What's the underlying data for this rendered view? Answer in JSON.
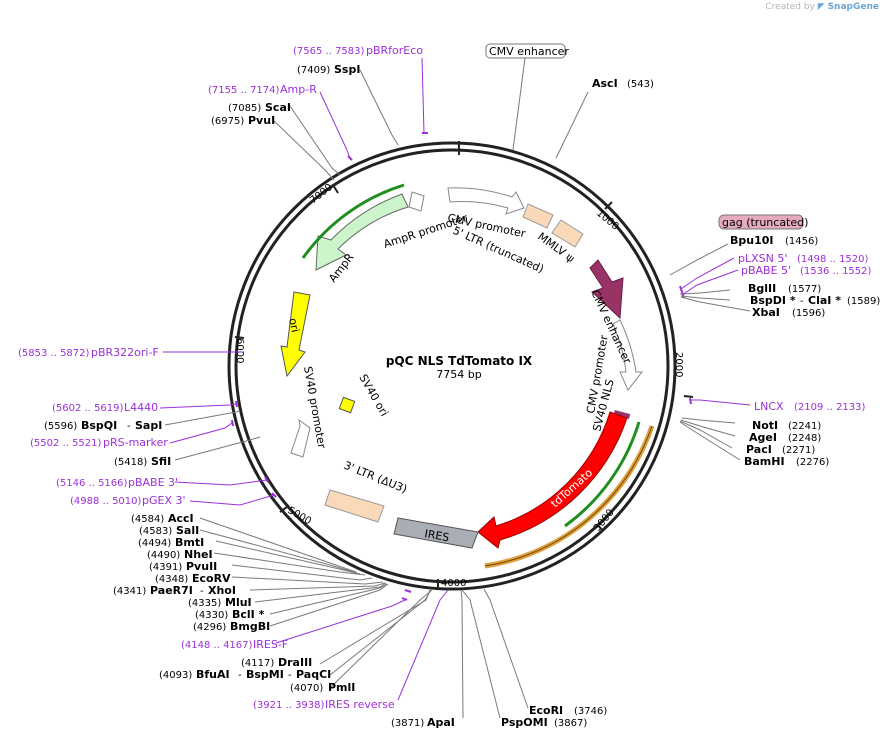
{
  "credit": {
    "prefix": "Created by",
    "brand": "SnapGene"
  },
  "plasmid": {
    "name": "pQC NLS TdTomato IX",
    "length": "7754 bp"
  },
  "colors": {
    "primer": "#9b30d9",
    "ampr": "#ccf5cc",
    "ori": "#ffff00",
    "ltr": "#f9d9b8",
    "ires": "#a9aeb5",
    "tdtomato": "#ff0000",
    "psi": "#993366",
    "gag": "#e6aabf"
  },
  "features": {
    "cmv_enh_top": "CMV enhancer",
    "gag": "gag (truncated)",
    "cmv_promoter": "CMV promoter",
    "ltr5": "5' LTR (truncated)",
    "mmlv_psi": "MMLV ψ",
    "ampr_promoter": "AmpR promoter",
    "ampr": "AmpR",
    "ori": "ori",
    "sv40_ori": "SV40 ori",
    "sv40_promoter": "SV40 promoter",
    "cmv_enh_inner": "CMV enhancer",
    "cmv_promoter_inner": "CMV promoter",
    "sv40_nls": "SV40 NLS",
    "tdtomato": "tdTomato",
    "ires": "IRES",
    "ltr3": "3' LTR (ΔU3)"
  },
  "ticks": [
    "1000",
    "2000",
    "3000",
    "4000",
    "5000",
    "6000",
    "7000"
  ],
  "enzymes": {
    "asci": {
      "name": "AscI",
      "pos": "(543)"
    },
    "bpu10i": {
      "name": "Bpu10I",
      "pos": "(1456)"
    },
    "bglii": {
      "name": "BglII",
      "pos": "(1577)"
    },
    "bspdi": {
      "name": "BspDI *",
      "name2": "ClaI *",
      "pos": "(1589)"
    },
    "xbai": {
      "name": "XbaI",
      "pos": "(1596)"
    },
    "noti": {
      "name": "NotI",
      "pos": "(2241)"
    },
    "agei": {
      "name": "AgeI",
      "pos": "(2248)"
    },
    "paci": {
      "name": "PacI",
      "pos": "(2271)"
    },
    "bamhi": {
      "name": "BamHI",
      "pos": "(2276)"
    },
    "ecori": {
      "name": "EcoRI",
      "pos": "(3746)"
    },
    "pspomi": {
      "name": "PspOMI",
      "pos": "(3867)"
    },
    "apai": {
      "name": "ApaI",
      "pos": "(3871)"
    },
    "pmli": {
      "name": "PmlI",
      "pos": "(4070)"
    },
    "bfuai": {
      "name": "BfuAI",
      "pos": "(4093)",
      "name2": "BspMI",
      "name3": "PaqCI"
    },
    "draiii": {
      "name": "DraIII",
      "pos": "(4117)"
    },
    "bmgbi": {
      "name": "BmgBI",
      "pos": "(4296)"
    },
    "bcli": {
      "name": "BclI *",
      "pos": "(4330)"
    },
    "mlui": {
      "name": "MluI",
      "pos": "(4335)"
    },
    "paer7i": {
      "name": "PaeR7I",
      "pos": "(4341)",
      "name2": "XhoI"
    },
    "ecorv": {
      "name": "EcoRV",
      "pos": "(4348)"
    },
    "pvuii": {
      "name": "PvuII",
      "pos": "(4391)"
    },
    "nhei": {
      "name": "NheI",
      "pos": "(4490)"
    },
    "bmti": {
      "name": "BmtI",
      "pos": "(4494)"
    },
    "sali": {
      "name": "SalI",
      "pos": "(4583)"
    },
    "acci": {
      "name": "AccI",
      "pos": "(4584)"
    },
    "sfii": {
      "name": "SfiI",
      "pos": "(5418)"
    },
    "bspqi": {
      "name": "BspQI",
      "pos": "(5596)",
      "name2": "SapI"
    },
    "pvui": {
      "name": "PvuI",
      "pos": "(6975)"
    },
    "scai": {
      "name": "ScaI",
      "pos": "(7085)"
    },
    "sspi": {
      "name": "SspI",
      "pos": "(7409)"
    }
  },
  "primers": {
    "pbrforeco": {
      "name": "pBRforEco",
      "range": "(7565 .. 7583)"
    },
    "ampr_p": {
      "name": "Amp-R",
      "range": "(7155 .. 7174)"
    },
    "plxsn5": {
      "name": "pLXSN 5'",
      "range": "(1498 .. 1520)"
    },
    "pbabe5": {
      "name": "pBABE 5'",
      "range": "(1536 .. 1552)"
    },
    "lncx": {
      "name": "LNCX",
      "range": "(2109 .. 2133)"
    },
    "pbr322ori": {
      "name": "pBR322ori-F",
      "range": "(5853 .. 5872)"
    },
    "l4440": {
      "name": "L4440",
      "range": "(5602 .. 5619)"
    },
    "prs": {
      "name": "pRS-marker",
      "range": "(5502 .. 5521)"
    },
    "pbabe3": {
      "name": "pBABE 3'",
      "range": "(5146 .. 5166)"
    },
    "pgex3": {
      "name": "pGEX 3'",
      "range": "(4988 .. 5010)"
    },
    "iresf": {
      "name": "IRES-F",
      "range": "(4148 .. 4167)"
    },
    "iresrev": {
      "name": "IRES reverse",
      "range": "(3921 .. 3938)"
    }
  }
}
